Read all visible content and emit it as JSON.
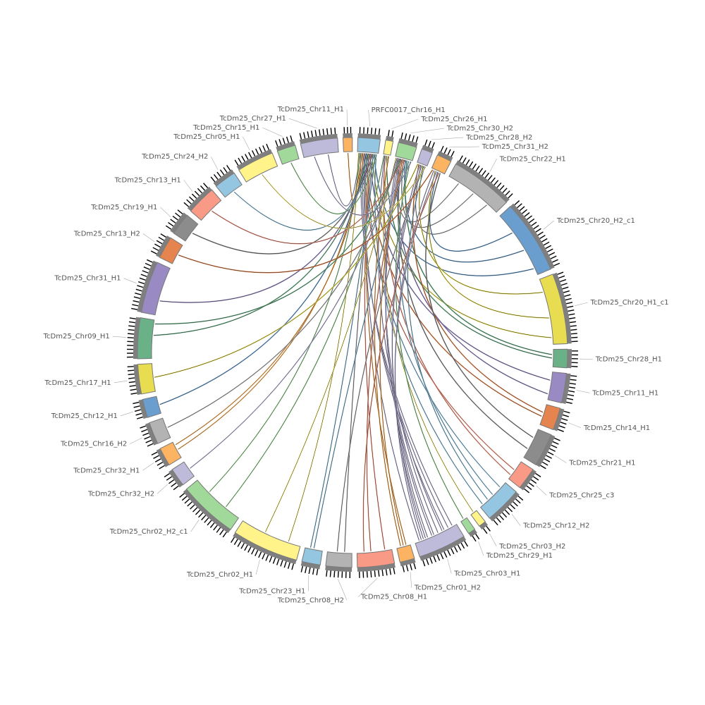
{
  "chart_data": {
    "type": "chord",
    "title": "",
    "track_colors": {
      "band": "#7f7f7f",
      "tick": "#000000",
      "link_outline": "#000000"
    },
    "segments": [
      {
        "name": "TcDm25_Chr27_H1",
        "length": 100,
        "color": "#bebada"
      },
      {
        "name": "TcDm25_Chr11_H1",
        "length": 25,
        "color": "#fdb462"
      },
      {
        "name": "PRFC0017_Chr16_H1",
        "length": 60,
        "color": "#94c6e2"
      },
      {
        "name": "TcDm25_Chr26_H1",
        "length": 20,
        "color": "#fff38a"
      },
      {
        "name": "TcDm25_Chr30_H2",
        "length": 50,
        "color": "#a1d99b"
      },
      {
        "name": "TcDm25_Chr28_H2",
        "length": 30,
        "color": "#bebada"
      },
      {
        "name": "TcDm25_Chr31_H2",
        "length": 40,
        "color": "#fdb462"
      },
      {
        "name": "TcDm25_Chr22_H1",
        "length": 170,
        "color": "#b3b3b3"
      },
      {
        "name": "TcDm25_Chr20_H2_c1",
        "length": 200,
        "color": "#6a9ecf"
      },
      {
        "name": "TcDm25_Chr20_H1_c1",
        "length": 190,
        "color": "#e8dd50"
      },
      {
        "name": "TcDm25_Chr28_H1",
        "length": 50,
        "color": "#6ab187"
      },
      {
        "name": "TcDm25_Chr11_H1",
        "length": 80,
        "color": "#9a8ac4"
      },
      {
        "name": "TcDm25_Chr14_H1",
        "length": 60,
        "color": "#e5844e"
      },
      {
        "name": "TcDm25_Chr21_H1",
        "length": 90,
        "color": "#8c8c8c"
      },
      {
        "name": "TcDm25_Chr25_c3",
        "length": 60,
        "color": "#f99a86"
      },
      {
        "name": "TcDm25_Chr12_H2",
        "length": 100,
        "color": "#94c6e2"
      },
      {
        "name": "TcDm25_Chr03_H2",
        "length": 20,
        "color": "#fff38a"
      },
      {
        "name": "TcDm25_Chr29_H1",
        "length": 20,
        "color": "#a1d99b"
      },
      {
        "name": "TcDm25_Chr03_H1",
        "length": 130,
        "color": "#bebada"
      },
      {
        "name": "TcDm25_Chr01_H2",
        "length": 40,
        "color": "#fdb462"
      },
      {
        "name": "TcDm25_Chr08_H1",
        "length": 100,
        "color": "#f99a86"
      },
      {
        "name": "TcDm25_Chr08_H2",
        "length": 70,
        "color": "#b3b3b3"
      },
      {
        "name": "TcDm25_Chr23_H1",
        "length": 50,
        "color": "#94c6e2"
      },
      {
        "name": "TcDm25_Chr02_H1",
        "length": 180,
        "color": "#fff38a"
      },
      {
        "name": "TcDm25_Chr02_H2_c1",
        "length": 160,
        "color": "#a1d99b"
      },
      {
        "name": "TcDm25_Chr32_H2",
        "length": 50,
        "color": "#bebada"
      },
      {
        "name": "TcDm25_Chr32_H1",
        "length": 50,
        "color": "#fdb462"
      },
      {
        "name": "TcDm25_Chr16_H2",
        "length": 60,
        "color": "#b3b3b3"
      },
      {
        "name": "TcDm25_Chr12_H1",
        "length": 50,
        "color": "#6a9ecf"
      },
      {
        "name": "TcDm25_Chr17_H1",
        "length": 80,
        "color": "#e8dd50"
      },
      {
        "name": "TcDm25_Chr09_H1",
        "length": 110,
        "color": "#6ab187"
      },
      {
        "name": "TcDm25_Chr31_H1",
        "length": 140,
        "color": "#9a8ac4"
      },
      {
        "name": "TcDm25_Chr13_H2",
        "length": 60,
        "color": "#e5844e"
      },
      {
        "name": "TcDm25_Chr19_H1",
        "length": 60,
        "color": "#8c8c8c"
      },
      {
        "name": "TcDm25_Chr13_H1",
        "length": 80,
        "color": "#f99a86"
      },
      {
        "name": "TcDm25_Chr24_H2",
        "length": 60,
        "color": "#94c6e2"
      },
      {
        "name": "TcDm25_Chr05_H1",
        "length": 100,
        "color": "#fff38a"
      },
      {
        "name": "TcDm25_Chr15_H1",
        "length": 50,
        "color": "#a1d99b"
      }
    ],
    "links": [
      [
        2,
        0.1,
        0,
        0.7
      ],
      [
        2,
        0.2,
        1,
        0.5
      ],
      [
        4,
        0.3,
        7,
        0.2
      ],
      [
        4,
        0.5,
        7,
        0.5
      ],
      [
        5,
        0.4,
        7,
        0.8
      ],
      [
        6,
        0.5,
        8,
        0.3
      ],
      [
        4,
        0.6,
        8,
        0.6
      ],
      [
        2,
        0.8,
        8,
        0.9
      ],
      [
        5,
        0.6,
        9,
        0.2
      ],
      [
        6,
        0.3,
        9,
        0.6
      ],
      [
        2,
        0.7,
        9,
        0.9
      ],
      [
        3,
        0.5,
        10,
        0.5
      ],
      [
        4,
        0.7,
        10,
        0.3
      ],
      [
        2,
        0.6,
        11,
        0.3
      ],
      [
        4,
        0.2,
        11,
        0.8
      ],
      [
        5,
        0.2,
        12,
        0.4
      ],
      [
        2,
        0.4,
        12,
        0.6
      ],
      [
        6,
        0.7,
        13,
        0.3
      ],
      [
        4,
        0.4,
        13,
        0.7
      ],
      [
        2,
        0.3,
        14,
        0.5
      ],
      [
        3,
        0.3,
        14,
        0.8
      ],
      [
        2,
        0.5,
        15,
        0.2
      ],
      [
        4,
        0.8,
        15,
        0.5
      ],
      [
        5,
        0.8,
        15,
        0.7
      ],
      [
        2,
        0.9,
        15,
        0.9
      ],
      [
        3,
        0.7,
        16,
        0.5
      ],
      [
        4,
        0.9,
        17,
        0.5
      ],
      [
        2,
        0.15,
        18,
        0.1
      ],
      [
        2,
        0.25,
        18,
        0.2
      ],
      [
        2,
        0.35,
        18,
        0.3
      ],
      [
        3,
        0.2,
        18,
        0.35
      ],
      [
        4,
        0.15,
        18,
        0.45
      ],
      [
        4,
        0.25,
        18,
        0.55
      ],
      [
        4,
        0.35,
        18,
        0.6
      ],
      [
        5,
        0.3,
        18,
        0.7
      ],
      [
        5,
        0.5,
        18,
        0.75
      ],
      [
        6,
        0.2,
        18,
        0.8
      ],
      [
        6,
        0.4,
        18,
        0.85
      ],
      [
        2,
        0.45,
        18,
        0.9
      ],
      [
        2,
        0.55,
        19,
        0.3
      ],
      [
        4,
        0.45,
        19,
        0.5
      ],
      [
        3,
        0.8,
        19,
        0.7
      ],
      [
        2,
        0.65,
        20,
        0.2
      ],
      [
        4,
        0.55,
        20,
        0.6
      ],
      [
        6,
        0.6,
        20,
        0.8
      ],
      [
        2,
        0.75,
        21,
        0.3
      ],
      [
        5,
        0.7,
        21,
        0.6
      ],
      [
        4,
        0.65,
        22,
        0.5
      ],
      [
        2,
        0.85,
        22,
        0.7
      ],
      [
        2,
        0.05,
        23,
        0.2
      ],
      [
        4,
        0.05,
        23,
        0.6
      ],
      [
        3,
        0.1,
        24,
        0.3
      ],
      [
        2,
        0.12,
        24,
        0.7
      ],
      [
        4,
        0.12,
        25,
        0.5
      ],
      [
        2,
        0.22,
        26,
        0.5
      ],
      [
        2,
        0.32,
        26,
        0.8
      ],
      [
        4,
        0.22,
        27,
        0.5
      ],
      [
        2,
        0.42,
        28,
        0.5
      ],
      [
        5,
        0.1,
        29,
        0.5
      ],
      [
        2,
        0.52,
        30,
        0.6
      ],
      [
        4,
        0.32,
        30,
        0.9
      ],
      [
        2,
        0.62,
        31,
        0.3
      ],
      [
        6,
        0.1,
        32,
        0.5
      ],
      [
        2,
        0.72,
        33,
        0.5
      ],
      [
        4,
        0.42,
        34,
        0.5
      ],
      [
        2,
        0.82,
        35,
        0.5
      ],
      [
        5,
        0.9,
        36,
        0.5
      ],
      [
        2,
        0.92,
        37,
        0.5
      ],
      [
        4,
        0.95,
        0,
        0.3
      ]
    ]
  }
}
